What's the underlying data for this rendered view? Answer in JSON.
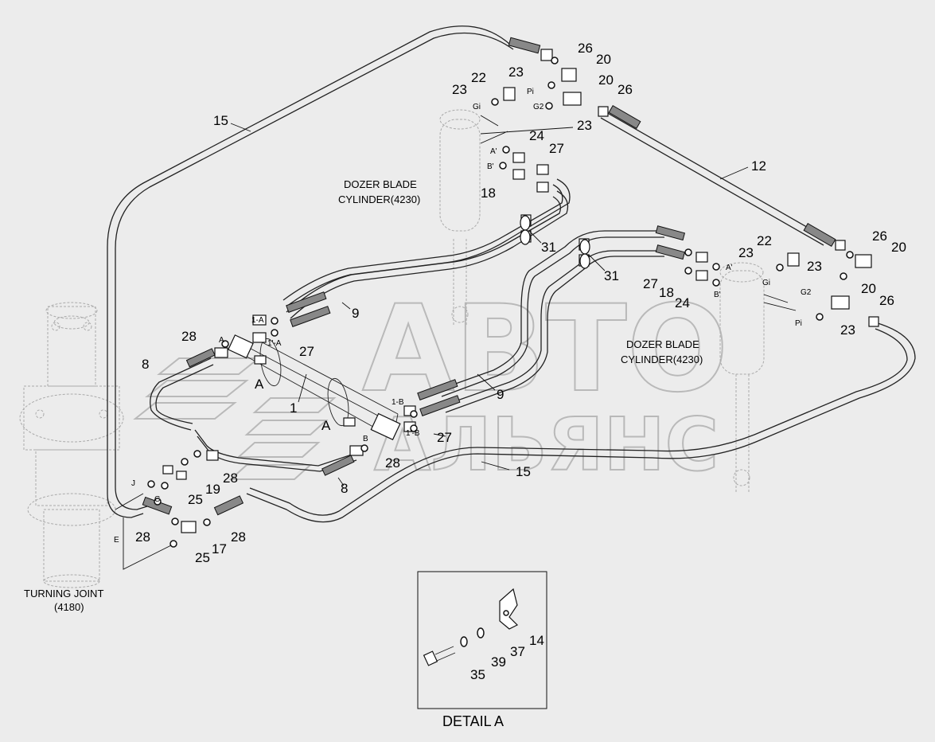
{
  "watermark": {
    "line1": "АВТО",
    "line2": "АЛЬЯНС"
  },
  "components": {
    "cyl_left_line1": "DOZER BLADE",
    "cyl_left_line2": "CYLINDER(4230)",
    "cyl_right_line1": "DOZER BLADE",
    "cyl_right_line2": "CYLINDER(4230)",
    "turning_line1": "TURNING JOINT",
    "turning_line2": "(4180)"
  },
  "detail": {
    "title": "DETAIL A"
  },
  "port_labels": {
    "Pi_top": "Pi",
    "Gi_top": "Gi",
    "G2_top": "G2",
    "A_prime_top": "A'",
    "B_prime_top": "B'",
    "A_prime_right": "A'",
    "B_prime_right": "B'",
    "Gi_right": "Gi",
    "G2_right": "G2",
    "Pi_right": "Pi",
    "one_A": "1-A",
    "one_prime_A": "1'-A",
    "one_B": "1-B",
    "one_prime_B": "1'-B",
    "A_port": "A",
    "B_port": "B",
    "J_port": "J",
    "C_port": "C",
    "E_port": "E"
  },
  "section_marks": {
    "A_upper": "A",
    "A_lower": "A"
  },
  "callouts": {
    "n26_top": "26",
    "n20_top": "20",
    "n22_top": "22",
    "n23_top1": "23",
    "n23_top2": "23",
    "n20_top2": "20",
    "n26_top2": "26",
    "n23_top3": "23",
    "n24_top": "24",
    "n27_top": "27",
    "n18_top": "18",
    "n15_top": "15",
    "n12": "12",
    "n31_left": "31",
    "n31_right": "31",
    "n26_right": "26",
    "n20_right": "20",
    "n22_right": "22",
    "n23_right1": "23",
    "n23_right2": "23",
    "n27_right": "27",
    "n18_right": "18",
    "n24_right": "24",
    "n20_right2": "20",
    "n26_right2": "26",
    "n23_right3": "23",
    "n9_upper": "9",
    "n28_left": "28",
    "n27_mid": "27",
    "n8_left": "8",
    "n1": "1",
    "n9_lower": "9",
    "n27_lower": "27",
    "n28_mid": "28",
    "n15_lower": "15",
    "n8_lower": "8",
    "n28_lowleft": "28",
    "n19": "19",
    "n25_a": "25",
    "n28_a": "28",
    "n28_b": "28",
    "n17": "17",
    "n25_b": "25",
    "n14": "14",
    "n37": "37",
    "n39": "39",
    "n35": "35"
  }
}
